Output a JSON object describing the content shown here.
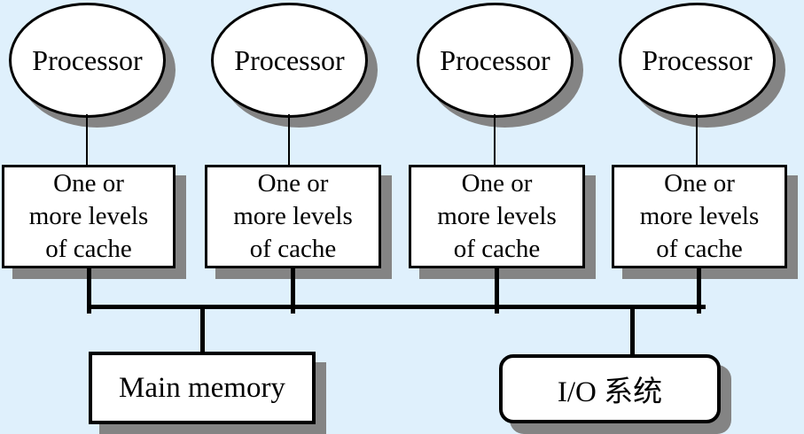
{
  "colors": {
    "background": "#dff0fc",
    "shadow": "#848484",
    "line": "#000000",
    "node_fill": "#ffffff",
    "text": "#000000"
  },
  "processors": [
    {
      "label": "Processor"
    },
    {
      "label": "Processor"
    },
    {
      "label": "Processor"
    },
    {
      "label": "Processor"
    }
  ],
  "caches": [
    {
      "lines": [
        "One or",
        "more levels",
        "of cache"
      ]
    },
    {
      "lines": [
        "One or",
        "more levels",
        "of cache"
      ]
    },
    {
      "lines": [
        "One or",
        "more levels",
        "of cache"
      ]
    },
    {
      "lines": [
        "One or",
        "more levels",
        "of cache"
      ]
    }
  ],
  "memory": {
    "label": "Main memory"
  },
  "io": {
    "label": "I/O 系统"
  }
}
